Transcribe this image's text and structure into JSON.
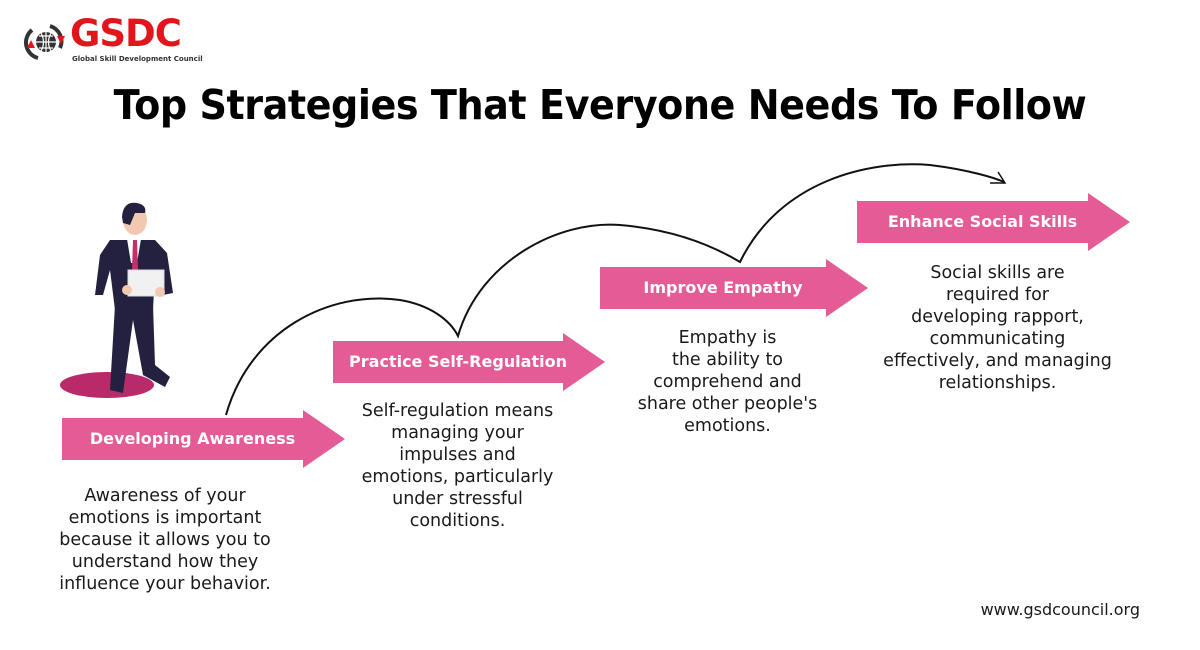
{
  "brand": {
    "name": "GSDC",
    "tagline": "Global Skill Development Council",
    "color": "#e3151c"
  },
  "title": "Top Strategies That Everyone Needs To Follow",
  "colors": {
    "arrow": "#e55b95",
    "suit": "#23213f",
    "tie": "#c4306c",
    "shadow": "#b82a6a"
  },
  "steps": [
    {
      "label": "Developing Awareness",
      "description": [
        "Awareness of your",
        "emotions is important",
        "because it allows you to",
        "understand how they",
        "influence your behavior."
      ]
    },
    {
      "label": "Practice Self-Regulation",
      "description": [
        "Self-regulation means",
        "managing your",
        "impulses and",
        "emotions, particularly",
        "under stressful",
        "conditions."
      ]
    },
    {
      "label": "Improve Empathy",
      "description": [
        "Empathy is",
        "the ability to",
        "comprehend and",
        "share other people's",
        "emotions."
      ]
    },
    {
      "label": "Enhance Social Skills",
      "description": [
        "Social skills are",
        "required for",
        "developing rapport,",
        "communicating",
        "effectively, and managing",
        "relationships."
      ]
    }
  ],
  "footer": {
    "website": "www.gsdcouncil.org"
  }
}
